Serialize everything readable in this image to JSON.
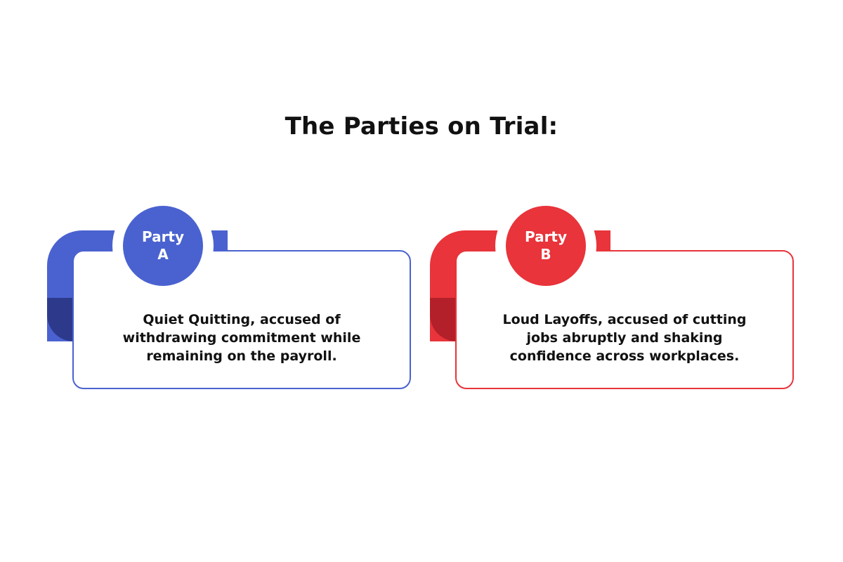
{
  "title": "The Parties on Trial:",
  "colors": {
    "party_a_main": "#4a62d0",
    "party_a_dark": "#2d3a8c",
    "party_a_border": "#4a62d0",
    "party_b_main": "#e8343a",
    "party_b_dark": "#b3202a",
    "party_b_border": "#e8343a"
  },
  "parties": [
    {
      "badge_line1": "Party",
      "badge_line2": "A",
      "description": "Quiet Quitting, accused of withdrawing commitment while remaining on the payroll."
    },
    {
      "badge_line1": "Party",
      "badge_line2": "B",
      "description": "Loud Layoffs, accused of cutting jobs abruptly and shaking confidence across workplaces."
    }
  ]
}
